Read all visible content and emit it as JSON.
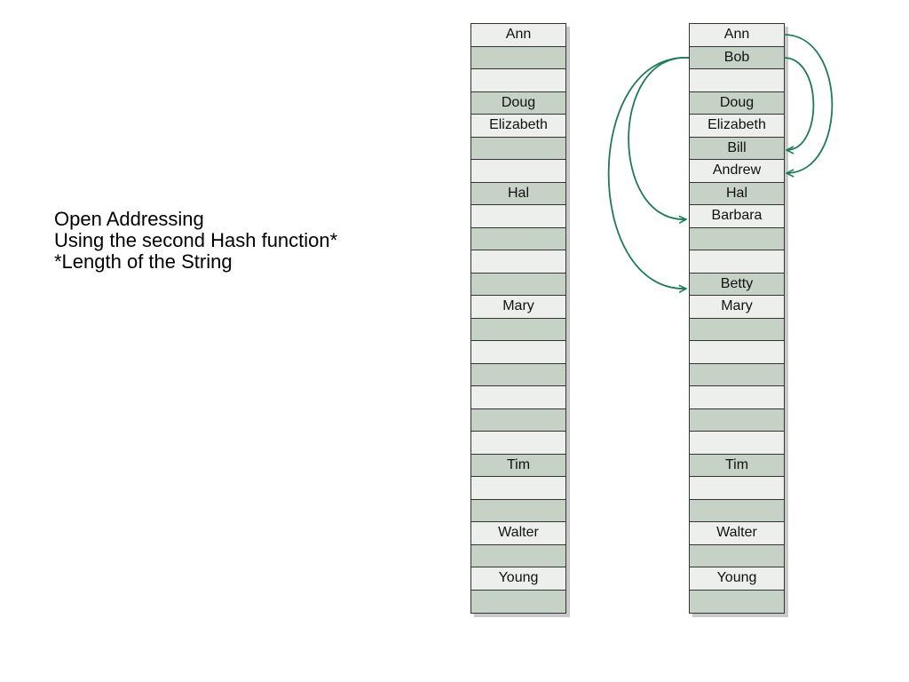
{
  "caption": {
    "line1": "Open Addressing",
    "line2": "Using the second Hash function*",
    "line3": "*Length of the String"
  },
  "left_table": {
    "cells": [
      "Ann",
      "",
      "",
      "Doug",
      "Elizabeth",
      "",
      "",
      "Hal",
      "",
      "",
      "",
      "",
      "Mary",
      "",
      "",
      "",
      "",
      "",
      "",
      "Tim",
      "",
      "",
      "Walter",
      "",
      "Young",
      ""
    ]
  },
  "right_table": {
    "cells": [
      "Ann",
      "Bob",
      "",
      "Doug",
      "Elizabeth",
      "Bill",
      "Andrew",
      "Hal",
      "Barbara",
      "",
      "",
      "Betty",
      "Mary",
      "",
      "",
      "",
      "",
      "",
      "",
      "Tim",
      "",
      "",
      "Walter",
      "",
      "Young",
      ""
    ]
  },
  "arrows": [
    {
      "from": "Ann",
      "to": "Andrew"
    },
    {
      "from": "Bob",
      "to": "Bill"
    },
    {
      "from": "Bob",
      "to": "Barbara"
    },
    {
      "from": "Bob",
      "to": "Betty"
    }
  ],
  "colors": {
    "cell_light": "#ecefec",
    "cell_dark": "#c6d2c6",
    "arrow": "#1f7a57",
    "border": "#333333"
  }
}
